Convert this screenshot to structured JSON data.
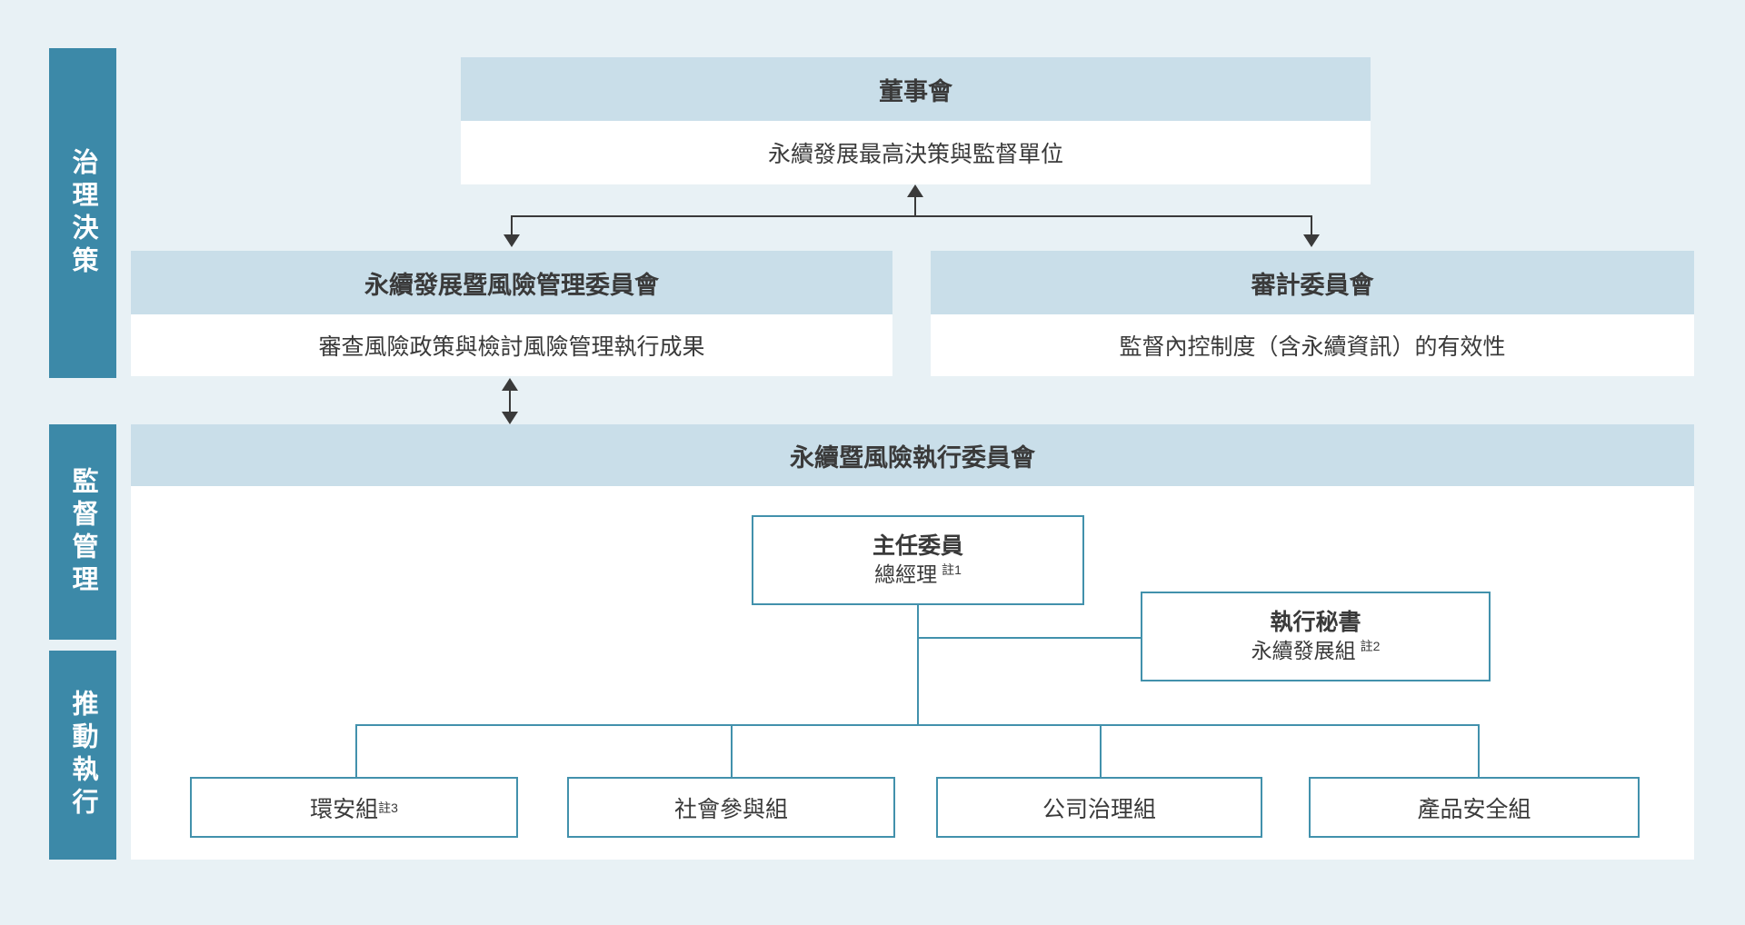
{
  "colors": {
    "background": "#E8F1F5",
    "sidebar_fill": "#3C89A8",
    "header_fill": "#C9DEE9",
    "box_fill": "#FFFFFF",
    "teal_line": "#4291AC",
    "dark_line": "#3A3A3A",
    "text_dark": "#3A3A3A",
    "text_white": "#FFFFFF"
  },
  "sidebar": {
    "items": [
      {
        "label": "治理決策"
      },
      {
        "label": "監督管理"
      },
      {
        "label": "推動執行"
      }
    ]
  },
  "board": {
    "title": "董事會",
    "description": "永續發展最高決策與監督單位"
  },
  "committees": [
    {
      "title": "永續發展暨風險管理委員會",
      "description": "審查風險政策與檢討風險管理執行成果"
    },
    {
      "title": "審計委員會",
      "description": "監督內控制度（含永續資訊）的有效性"
    }
  ],
  "executive_committee": {
    "title": "永續暨風險執行委員會",
    "chair": {
      "title": "主任委員",
      "subtitle": "總經理",
      "note": "註1"
    },
    "secretary": {
      "title": "執行秘書",
      "subtitle": "永續發展組",
      "note": "註2"
    },
    "groups": [
      {
        "label": "環安組",
        "note": "註3"
      },
      {
        "label": "社會參與組",
        "note": ""
      },
      {
        "label": "公司治理組",
        "note": ""
      },
      {
        "label": "產品安全組",
        "note": ""
      }
    ]
  }
}
